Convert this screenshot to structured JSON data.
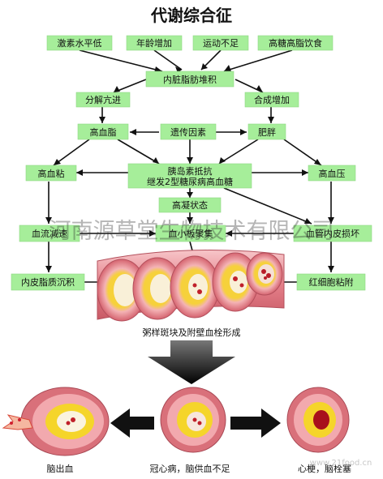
{
  "title": "代谢综合征",
  "nodes": {
    "hormone": "激素水平低",
    "age": "年龄增加",
    "exercise": "运动不足",
    "diet": "高糖高脂饮食",
    "visceral_fat": "内脏脂肪堆积",
    "catabolism": "分解亢进",
    "anabolism": "合成增加",
    "hyperlipidemia": "高血脂",
    "genetics": "遗传因素",
    "obesity": "肥胖",
    "viscosity": "高血粘",
    "insulin_line1": "胰岛素抵抗",
    "insulin_line2": "继发2型糖尿病高血糖",
    "hypertension": "高血压",
    "hypercoagulable": "高凝状态",
    "slow_flow": "血流减速",
    "platelet": "血小板聚集",
    "endothelial_damage": "血管内皮损坏",
    "lipid_deposit": "内皮脂质沉积",
    "rbc_adhesion": "红细胞粘附"
  },
  "labels": {
    "plaque": "粥样斑块及附壁血栓形成",
    "hemorrhage": "脑出血",
    "coronary": "冠心病，脑供血不足",
    "infarction": "心梗，脑栓塞"
  },
  "watermark": "河南源草堂生物技术有限公司",
  "site_mark": "www.21food.cn",
  "colors": {
    "box": "#a6ee9a",
    "vessel_outer": "#e07a84",
    "vessel_mid": "#f4b2b6",
    "fat": "#f5d52a",
    "arrow": "#111111"
  }
}
